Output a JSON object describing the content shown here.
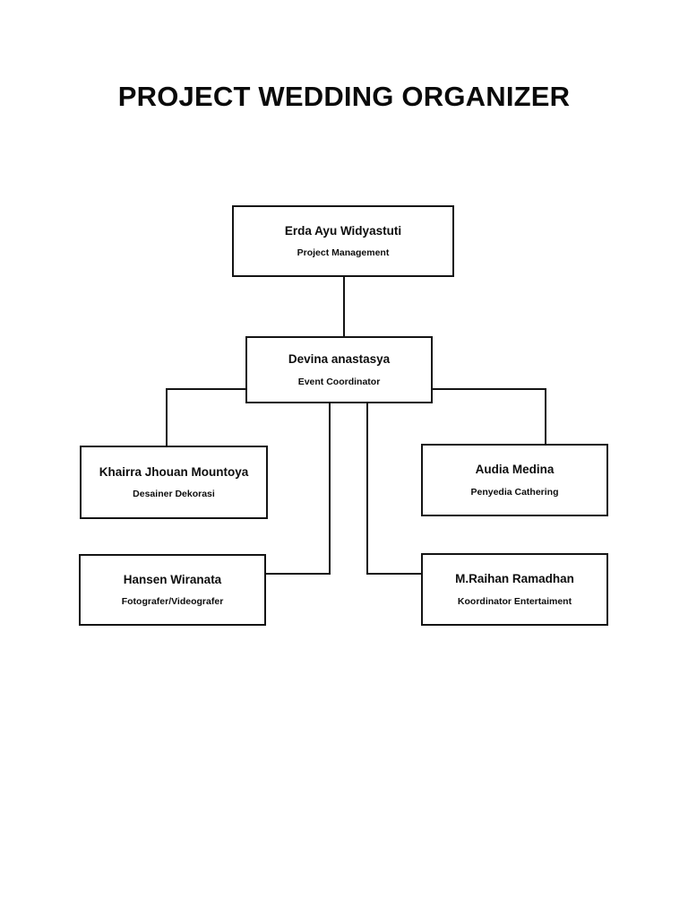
{
  "chart": {
    "title": "PROJECT WEDDING ORGANIZER",
    "type": "org-chart",
    "nodes": [
      {
        "id": "pm",
        "name": "Erda Ayu Widyastuti",
        "role": "Project Management"
      },
      {
        "id": "ec",
        "name": "Devina anastasya",
        "role": "Event Coordinator"
      },
      {
        "id": "decor",
        "name": "Khairra Jhouan Mountoya",
        "role": "Desainer Dekorasi"
      },
      {
        "id": "catering",
        "name": "Audia Medina",
        "role": "Penyedia Cathering"
      },
      {
        "id": "photo",
        "name": "Hansen Wiranata",
        "role": "Fotografer/Videografer"
      },
      {
        "id": "entertain",
        "name": "M.Raihan Ramadhan",
        "role": "Koordinator Entertaiment"
      }
    ],
    "edges": [
      {
        "from": "pm",
        "to": "ec"
      },
      {
        "from": "ec",
        "to": "decor"
      },
      {
        "from": "ec",
        "to": "catering"
      },
      {
        "from": "ec",
        "to": "photo"
      },
      {
        "from": "ec",
        "to": "entertain"
      }
    ],
    "colors": {
      "background": "#ffffff",
      "box_border": "#141414",
      "box_fill": "#ffffff",
      "text": "#0d0d0d",
      "connector": "#141414"
    }
  }
}
